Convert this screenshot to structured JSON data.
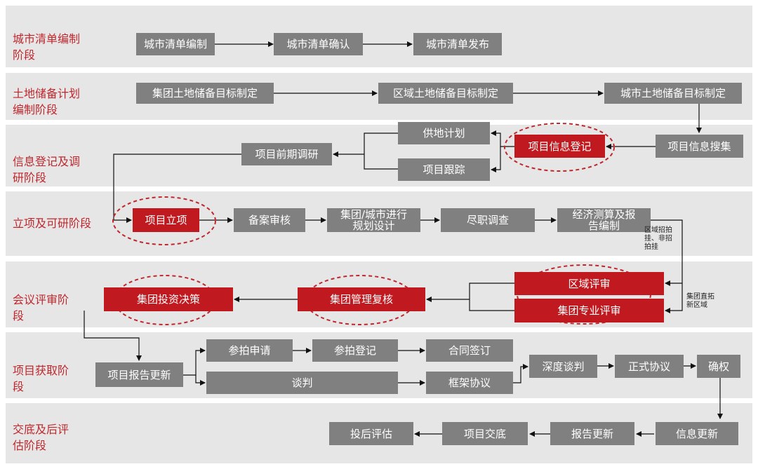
{
  "stages": [
    {
      "label": "城市清单编制\n阶段"
    },
    {
      "label": "土地储备计划\n编制阶段"
    },
    {
      "label": "信息登记及调\n研阶段"
    },
    {
      "label": "立项及可研阶段"
    },
    {
      "label": "会议评审阶\n段"
    },
    {
      "label": "项目获取阶\n段"
    },
    {
      "label": "交底及后评\n估阶段"
    }
  ],
  "nodes": {
    "city_list_compile": "城市清单编制",
    "city_list_confirm": "城市清单确认",
    "city_list_publish": "城市清单发布",
    "group_land_target": "集团土地储备目标制定",
    "region_land_target": "区域土地储备目标制定",
    "city_land_target": "城市土地储备目标制定",
    "land_supply_plan": "供地计划",
    "project_tracking": "项目跟踪",
    "project_info_register": "项目信息登记",
    "project_info_collect": "项目信息搜集",
    "preliminary_research": "项目前期调研",
    "project_initiation": "项目立项",
    "filing_review": "备案审核",
    "planning_design": "集团/城市进行\n规划设计",
    "due_diligence": "尽职调查",
    "economic_calc": "经济测算及报\n告编制",
    "regional_review": "区域评审",
    "group_expert_review": "集团专业评审",
    "group_mgmt_review": "集团管理复核",
    "group_invest_decision": "集团投资决策",
    "report_update_1": "项目报告更新",
    "auction_apply": "参拍申请",
    "auction_register": "参拍登记",
    "contract_sign": "合同签订",
    "negotiation": "谈判",
    "framework_agreement": "框架协议",
    "deep_negotiation": "深度谈判",
    "formal_agreement": "正式协议",
    "ownership_confirm": "确权",
    "info_update": "信息更新",
    "report_update_2": "报告更新",
    "project_handover": "项目交底",
    "post_evaluation": "投后评估"
  },
  "notes": {
    "regional_auction": "区域招拍\n挂、非招\n拍挂",
    "group_direct": "集团直拓\n新区域"
  },
  "colors": {
    "stage_text": "#c0272d",
    "band": "#e6e6e6",
    "grey_box": "#808080",
    "red_box": "#c0191f",
    "highlight_ellipse": "#c0272d"
  }
}
